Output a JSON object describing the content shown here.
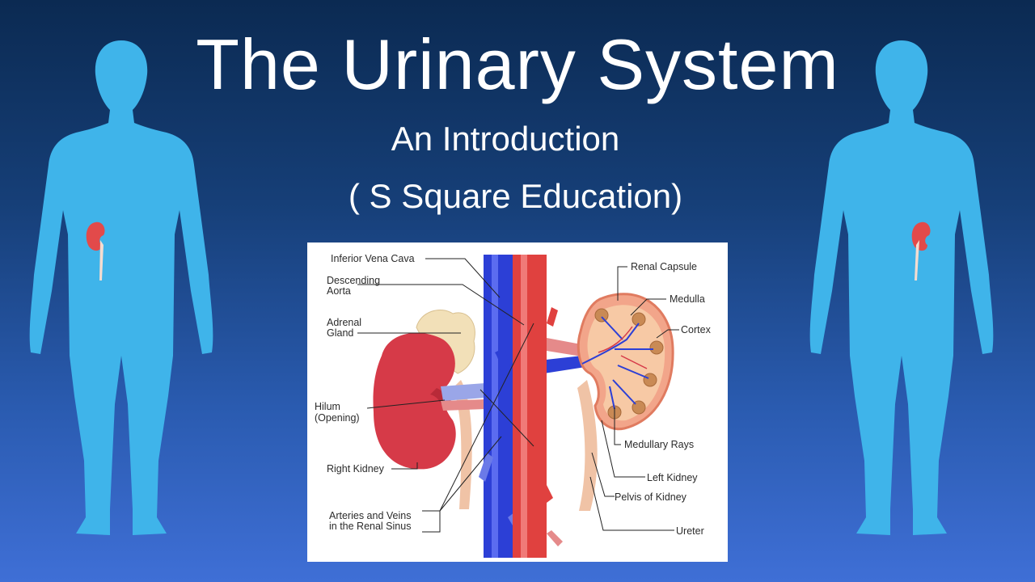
{
  "title": "The Urinary System",
  "subtitle": "An Introduction",
  "credit": "( S Square Education)",
  "labels": {
    "ivc": "Inferior Vena Cava",
    "aorta_1": "Descending",
    "aorta_2": "Aorta",
    "adrenal_1": "Adrenal",
    "adrenal_2": "Gland",
    "hilum_1": "Hilum",
    "hilum_2": "(Opening)",
    "right_kidney": "Right Kidney",
    "arteries_1": "Arteries and Veins",
    "arteries_2": "in the Renal Sinus",
    "renal_capsule": "Renal Capsule",
    "medulla": "Medulla",
    "cortex": "Cortex",
    "medullary_rays": "Medullary Rays",
    "left_kidney": "Left Kidney",
    "pelvis": "Pelvis of Kidney",
    "ureter": "Ureter"
  },
  "colors": {
    "body": "#3fb4ea",
    "vein": "#2c3fd6",
    "artery": "#e0413f",
    "kidney": "#d63a48",
    "cortex": "#f7c9a5",
    "adrenal": "#f2e0b8",
    "ureter": "#f0c3a6"
  }
}
